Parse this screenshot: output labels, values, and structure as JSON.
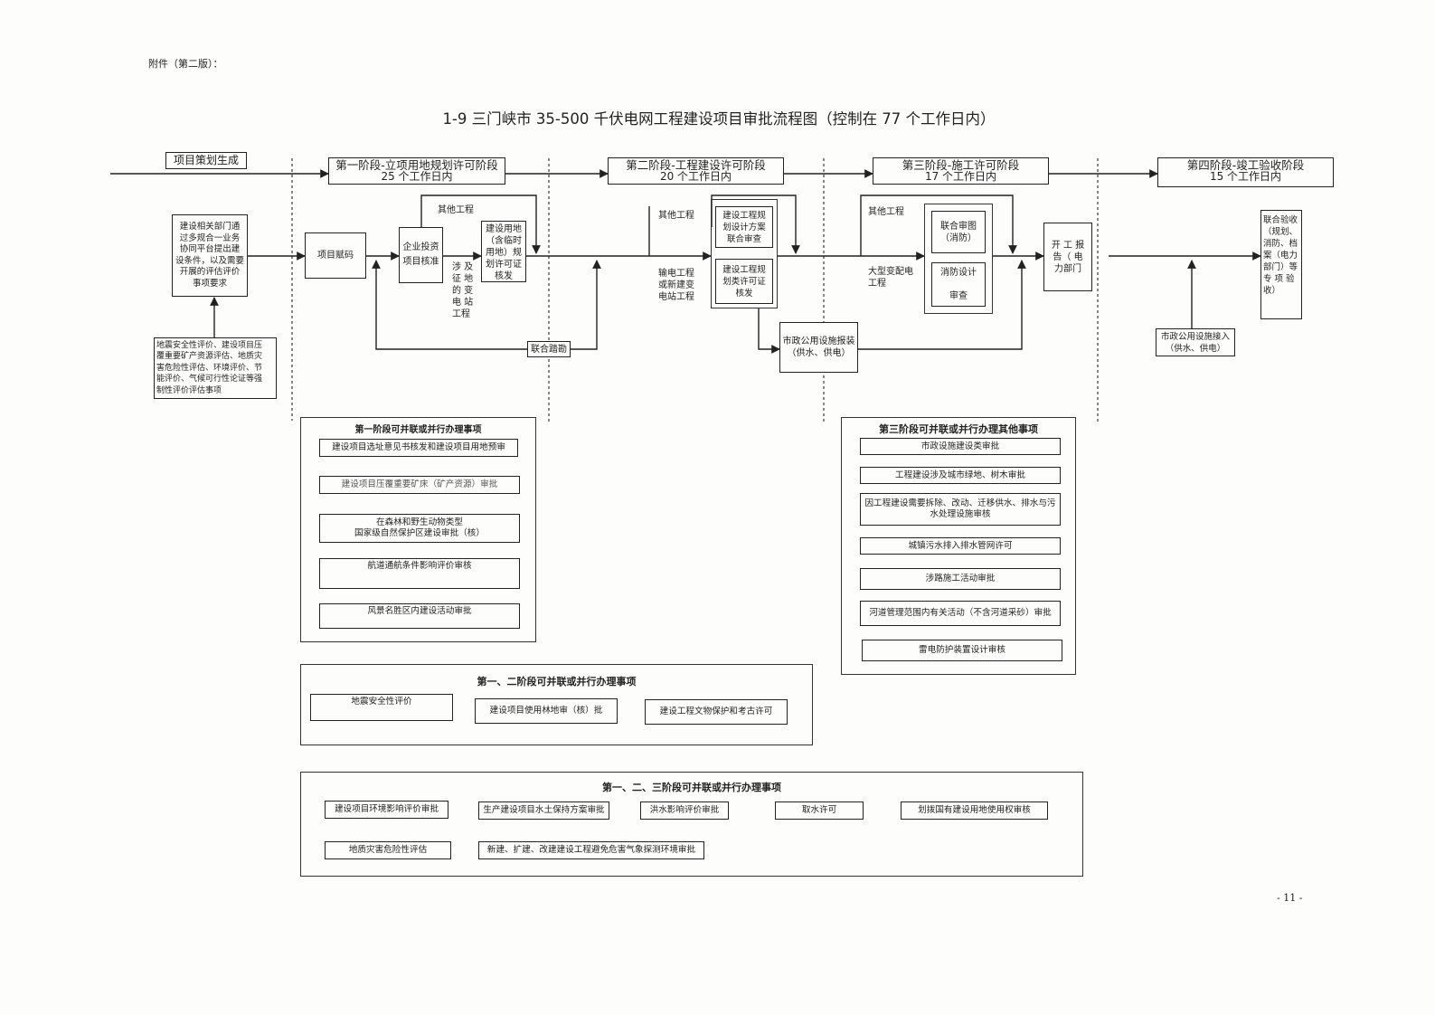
{
  "header_note": "附件（第二版）：",
  "title": "1-9 三门峡市 35-500 千伏电网工程建设项目审批流程图（控制在 77 个工作日内）",
  "page_number": "- 11 -",
  "planning_label": "项目策划生成",
  "phases": [
    {
      "name": "第一阶段-立项用地规划许可阶段",
      "days": "25 个工作日内"
    },
    {
      "name": "第二阶段-工程建设许可阶段",
      "days": "20 个工作日内"
    },
    {
      "name": "第三阶段-施工许可阶段",
      "days": "17 个工作日内"
    },
    {
      "name": "第四阶段-竣工验收阶段",
      "days": "15 个工作日内"
    }
  ],
  "flow": {
    "preparation": "建设相关部门通\n过多规合一业务\n协同平台提出建\n设条件，以及需要\n开展的评估评价\n事项要求",
    "evaluations": "地震安全性评价、建设项目压\n覆重要矿产资源评估、地质灾\n害危险性评估、环境评价、节\n能评价、气候可行性论证等强\n制性评价评估事项",
    "project_code": "项目赋码",
    "enterprise_approval": "企业投资\n项目核准",
    "land_permit": "建设用地\n（含临时\n用地）规\n划许可证\n核发",
    "other_works_1": "其他工程",
    "substation_works_1": "涉 及\n征 地\n的 变\n电 站\n工程",
    "joint_survey": "联合踏勘",
    "other_works_2": "其他工程",
    "transmission_works": "输电工程\n或新建变\n电站工程",
    "plan_review": "建设工程规\n划设计方案\n联合审查",
    "plan_permit": "建设工程规\n划类许可证\n核发",
    "municipal_install": "市政公用设施报装\n（供水、供电）",
    "other_works_3": "其他工程",
    "large_substation": "大型变配电\n工程",
    "joint_drawing_review": "联合审图\n（消防）",
    "fire_design_review": "消防设计\n\n审查",
    "construction_report": "开 工 报\n告（ 电\n力部门",
    "joint_acceptance": "联合验收\n（规划、\n消防、档\n案（电力\n部门）等\n专 项 验\n收）",
    "municipal_connect": "市政公用设施接入\n（供水、供电）"
  },
  "groups": [
    {
      "title": "第一阶段可并联或并行办理事项",
      "items": [
        "建设项目选址意见书核发和建设项目用地预审",
        "建设项目压覆重要矿床（矿产资源）审批",
        "在森林和野生动物类型\n国家级自然保护区建设审批（核）",
        "航道通航条件影响评价审核",
        "风景名胜区内建设活动审批"
      ]
    },
    {
      "title": "第三阶段可并联或并行办理其他事项",
      "items": [
        "市政设施建设类审批",
        "工程建设涉及城市绿地、树木审批",
        "因工程建设需要拆除、改动、迁移供水、排水与污\n水处理设施审核",
        "城镇污水排入排水管网许可",
        "涉路施工活动审批",
        "河道管理范围内有关活动（不含河道采砂）审批",
        "雷电防护装置设计审核"
      ]
    },
    {
      "title": "第一、二阶段可并联或并行办理事项",
      "items": [
        "地震安全性评价",
        "建设项目使用林地审（核）批",
        "建设工程文物保护和考古许可"
      ]
    },
    {
      "title": "第一、二、三阶段可并联或并行办理事项",
      "items": [
        "建设项目环境影响评价审批",
        "生产建设项目水土保持方案审批",
        "洪水影响评价审批",
        "取水许可",
        "划拨国有建设用地使用权审核",
        "地质灾害危险性评估",
        "新建、扩建、改建建设工程避免危害气象探测环境审批"
      ]
    }
  ]
}
